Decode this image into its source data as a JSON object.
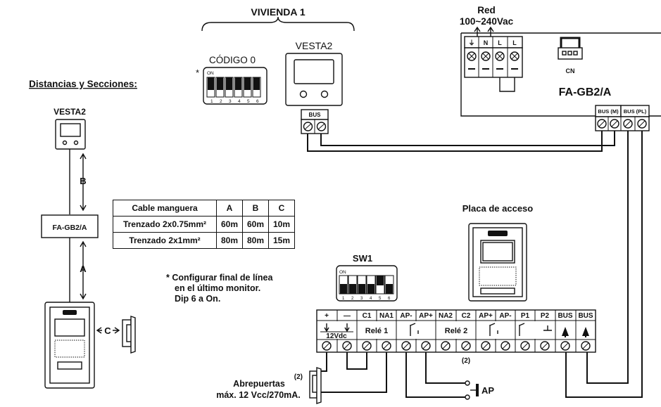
{
  "titles": {
    "vivienda": "VIVIENDA 1",
    "distancias": "Distancias y Secciones:",
    "codigo": "CÓDIGO 0",
    "vesta2": "VESTA2",
    "red": "Red",
    "red_voltage": "100~240Vac",
    "fa_gb2a": "FA-GB2/A",
    "cn": "CN",
    "placa": "Placa de acceso",
    "sw1": "SW1"
  },
  "power_terminals": [
    "⏚",
    "N",
    "L",
    "L"
  ],
  "bus_labels": {
    "monitor_bus": "BUS",
    "bus_m": "BUS (M)",
    "bus_pl": "BUS (PL)"
  },
  "side_diagram": {
    "vesta2": "VESTA2",
    "b": "B",
    "fa_gb2a": "FA-GB2/A",
    "a": "A",
    "c": "C"
  },
  "cable_table": {
    "headers": [
      "Cable manguera",
      "A",
      "B",
      "C"
    ],
    "rows": [
      [
        "Trenzado 2x0.75mm²",
        "60m",
        "60m",
        "10m"
      ],
      [
        "Trenzado 2x1mm²",
        "80m",
        "80m",
        "15m"
      ]
    ]
  },
  "note": {
    "star": "*",
    "line1": "Configurar final de línea",
    "line2": "en el último monitor.",
    "line3": "Dip 6 a On."
  },
  "dip": {
    "on_label": "ON",
    "numbers": [
      "1",
      "2",
      "3",
      "4",
      "5",
      "6"
    ],
    "star": "*"
  },
  "terminal_strip": {
    "top_labels": [
      "+",
      "—",
      "C1",
      "NA1",
      "AP-",
      "AP+",
      "NA2",
      "C2",
      "AP+",
      "AP-",
      "P1",
      "P2",
      "BUS",
      "BUS"
    ],
    "v12": "12Vdc",
    "rele1": "Relé 1",
    "rele2": "Relé 2"
  },
  "bottom": {
    "abrepuertas1": "Abrepuertas",
    "abrepuertas2": "máx. 12 Vcc/270mA.",
    "note2a": "(2)",
    "note2b": "(2)",
    "ap": "AP"
  }
}
